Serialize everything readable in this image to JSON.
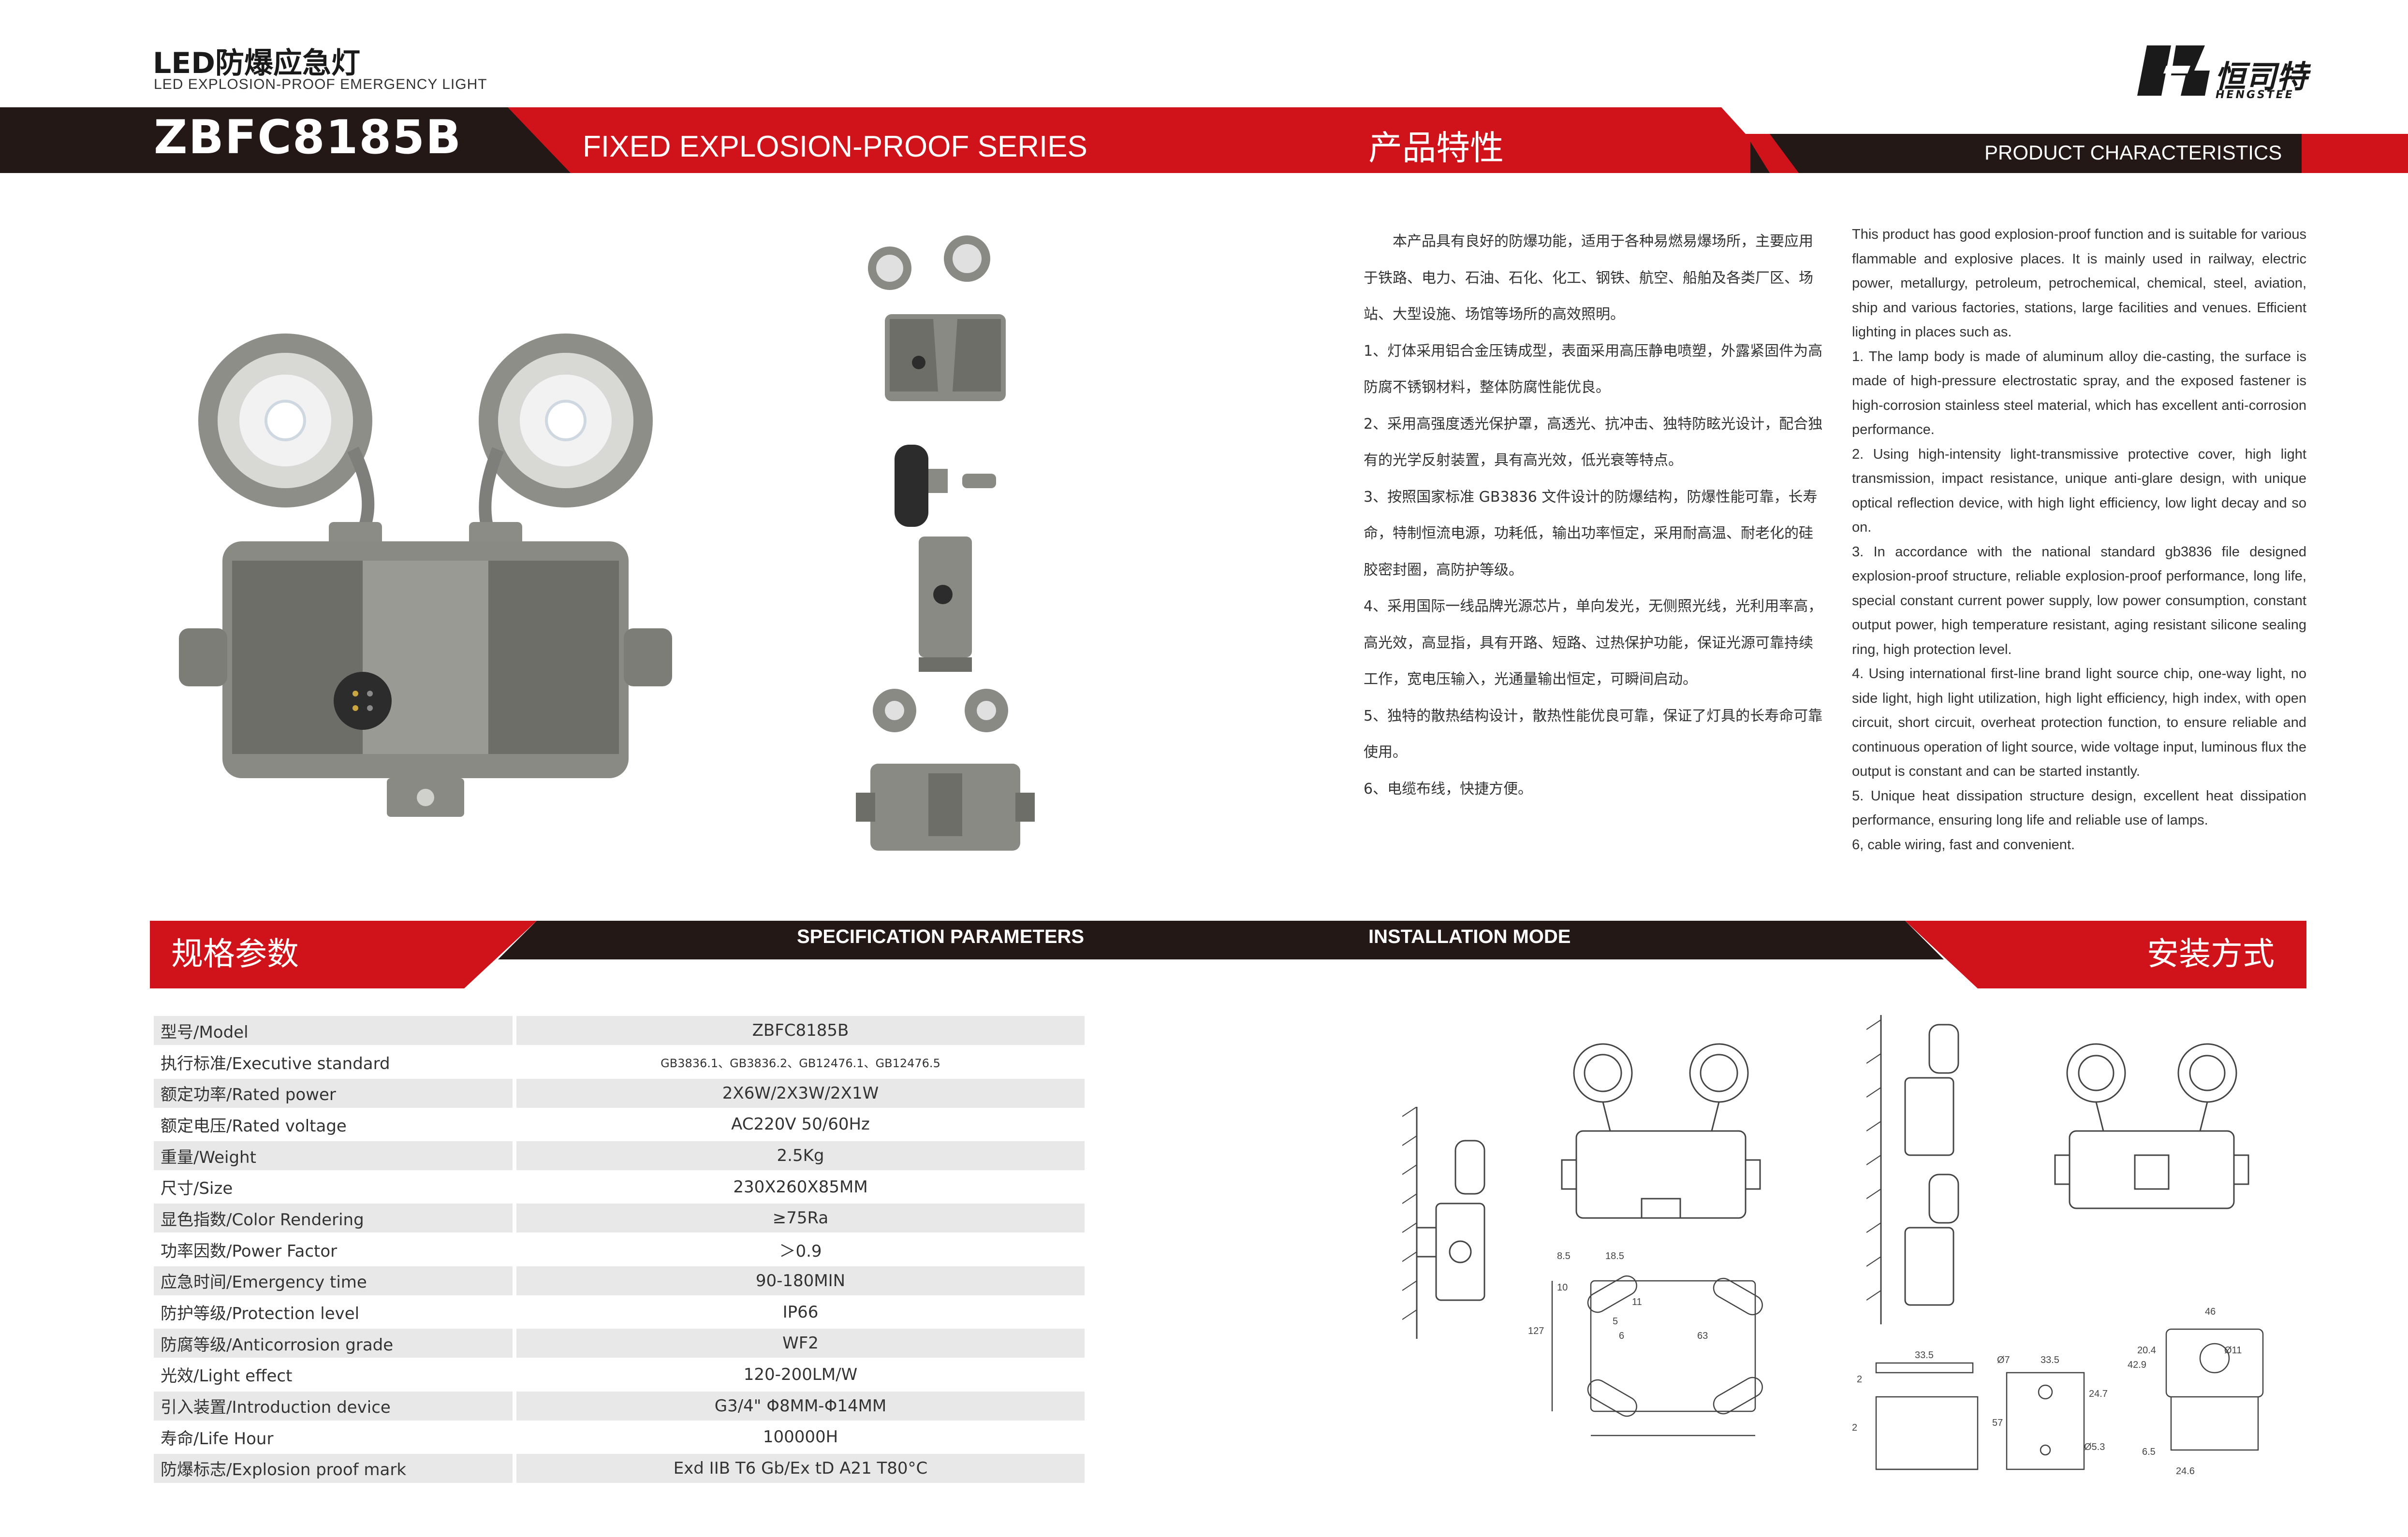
{
  "header": {
    "title_cn": "LED防爆应急灯",
    "title_en": "LED EXPLOSION-PROOF EMERGENCY LIGHT",
    "model": "ZBFC8185B",
    "series": "FIXED EXPLOSION-PROOF SERIES",
    "characteristics_cn": "产品特性",
    "characteristics_en": "PRODUCT CHARACTERISTICS"
  },
  "logo": {
    "name_cn": "恒司特",
    "name_en": "HENGSTEE"
  },
  "colors": {
    "brand_red": "#d0121b",
    "dark": "#231815",
    "table_shade": "#e8e8e8"
  },
  "characteristics": {
    "cn": [
      "本产品具有良好的防爆功能，适用于各种易燃易爆场所，主要应用于铁路、电力、石油、石化、化工、钢铁、航空、船舶及各类厂区、场站、大型设施、场馆等场所的高效照明。",
      "1、灯体采用铝合金压铸成型，表面采用高压静电喷塑，外露紧固件为高防腐不锈钢材料，整体防腐性能优良。",
      "2、采用高强度透光保护罩，高透光、抗冲击、独特防眩光设计，配合独有的光学反射装置，具有高光效，低光衰等特点。",
      "3、按照国家标准 GB3836 文件设计的防爆结构，防爆性能可靠，长寿命，特制恒流电源，功耗低，输出功率恒定，采用耐高温、耐老化的硅胶密封圈，高防护等级。",
      "4、采用国际一线品牌光源芯片，单向发光，无侧照光线，光利用率高，高光效，高显指，具有开路、短路、过热保护功能，保证光源可靠持续工作，宽电压输入，光通量输出恒定，可瞬间启动。",
      "5、独特的散热结构设计，散热性能优良可靠，保证了灯具的长寿命可靠使用。",
      "6、电缆布线，快捷方便。"
    ],
    "en": [
      "This product has good explosion-proof function and is suitable for various flammable and explosive places. It is mainly used in railway, electric power, metallurgy, petroleum, petrochemical, chemical, steel, aviation, ship and various factories, stations, large facilities and venues. Efficient lighting in places such as.",
      "1. The lamp body is made of aluminum alloy die-casting, the surface is made of high-pressure electrostatic spray, and the exposed fastener is high-corrosion stainless steel material, which has excellent anti-corrosion performance.",
      "2. Using high-intensity light-transmissive protective cover, high light transmission, impact resistance, unique anti-glare design, with unique optical reflection device, with high light efficiency, low light decay and so on.",
      "3. In accordance with the national standard gb3836 file designed explosion-proof structure, reliable explosion-proof performance, long life, special constant current power supply, low power consumption, constant output power, high temperature resistant, aging resistant silicone sealing ring, high protection level.",
      "4. Using international first-line brand light source chip, one-way light, no side light, high light utilization, high light efficiency, high index, with open circuit, short circuit, overheat protection function, to ensure reliable and continuous operation of light source, wide voltage input, luminous flux the output is constant and can be started instantly.",
      "5. Unique heat dissipation structure design, excellent heat dissipation performance, ensuring long life and reliable use of lamps.",
      "6, cable wiring, fast and convenient."
    ]
  },
  "sections": {
    "spec_cn": "规格参数",
    "spec_en": "SPECIFICATION PARAMETERS",
    "install_en": "INSTALLATION MODE",
    "install_cn": "安装方式"
  },
  "specs": [
    {
      "label": "型号/Model",
      "value": "ZBFC8185B"
    },
    {
      "label": "执行标准/Executive standard",
      "value": "GB3836.1、GB3836.2、GB12476.1、GB12476.5"
    },
    {
      "label": "额定功率/Rated power",
      "value": "2X6W/2X3W/2X1W"
    },
    {
      "label": "额定电压/Rated voltage",
      "value": "AC220V 50/60Hz"
    },
    {
      "label": "重量/Weight",
      "value": "2.5Kg"
    },
    {
      "label": "尺寸/Size",
      "value": "230X260X85MM"
    },
    {
      "label": "显色指数/Color Rendering",
      "value": "≥75Ra"
    },
    {
      "label": "功率因数/Power Factor",
      "value": "＞0.9"
    },
    {
      "label": "应急时间/Emergency time",
      "value": "90-180MIN"
    },
    {
      "label": "防护等级/Protection level",
      "value": "IP66"
    },
    {
      "label": "防腐等级/Anticorrosion grade",
      "value": "WF2"
    },
    {
      "label": "光效/Light effect",
      "value": "120-200LM/W"
    },
    {
      "label": "引入装置/Introduction device",
      "value": "G3/4\" Φ8MM-Φ14MM"
    },
    {
      "label": "寿命/Life Hour",
      "value": "100000H"
    },
    {
      "label": "防爆标志/Explosion proof mark",
      "value": "Exd IIB T6 Gb/Ex tD A21 T80°C"
    }
  ],
  "drawing_dims": {
    "d1": "8.5",
    "d2": "18.5",
    "d3": "10",
    "d4": "11",
    "d5": "5",
    "d6": "6",
    "d7": "127",
    "d8": "63",
    "d9": "2",
    "d10": "33.5",
    "d11": "Ø7",
    "d12": "33.5",
    "d13": "24.7",
    "d14": "57",
    "d15": "2",
    "d16": "Ø5.3",
    "d17": "46",
    "d18": "20.4",
    "d19": "42.9",
    "d20": "Ø11",
    "d21": "6.5",
    "d22": "24.6"
  }
}
